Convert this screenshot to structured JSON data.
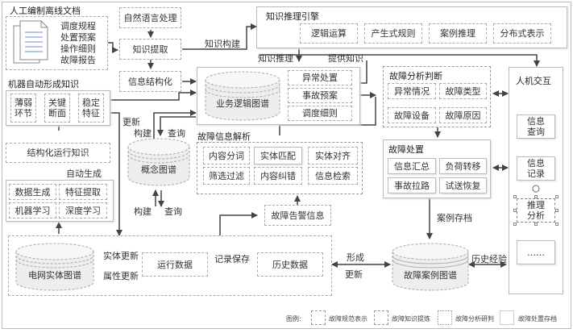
{
  "manual_docs": {
    "title": "人工编制离线文档",
    "items": [
      "调度规程",
      "处置预案",
      "操作细则",
      "故障报告"
    ]
  },
  "nlp": {
    "nlp_label": "自然语言处理",
    "extract_label": "知识提取",
    "structure_label": "信息结构化"
  },
  "machine_knowledge": {
    "title": "机器自动形成知识",
    "items": [
      "薄弱\n环节",
      "关键\n断面",
      "稳定\n特征"
    ]
  },
  "structured_knowledge": "结构化运行知识",
  "auto_generate": "自动生成",
  "ml": {
    "items": [
      "数据生成",
      "特征提取",
      "机器学习",
      "深度学习"
    ]
  },
  "engine": {
    "title": "知识推理引擎",
    "items": [
      "逻辑运算",
      "产生式规则",
      "案例推理",
      "分布式表示"
    ]
  },
  "business_graph": {
    "label": "业务逻辑图谱",
    "items": [
      "异常处置",
      "事故预案",
      "调度细则"
    ]
  },
  "concept_graph": "概念图谱",
  "fault_parse": {
    "title": "故障信息解析",
    "items": [
      "内容分词",
      "实体匹配",
      "实体对齐",
      "筛选过滤",
      "内容纠错",
      "信息检索"
    ]
  },
  "alarm": "故障告警信息",
  "fault_analysis": {
    "title": "故障分析判断",
    "items": [
      "异常情况",
      "故障类型",
      "故障设备",
      "故障原因"
    ]
  },
  "fault_handling": {
    "title": "故障处置",
    "items": [
      "信息汇总",
      "负荷转移",
      "事故拉路",
      "试送恢复"
    ]
  },
  "hmi": {
    "title": "人机交互",
    "items": [
      "信息\n查询",
      "信息\n记录",
      "推理\n分析",
      "……"
    ]
  },
  "grid": {
    "entity_graph": "电网实体图谱",
    "run_data": "运行数据",
    "history_data": "历史数据"
  },
  "case_graph": "故障案例图谱",
  "edge_labels": {
    "build_knowledge": "知识构建",
    "reasoning": "知识推理",
    "provide": "提供知识",
    "update": "更新",
    "build1": "构建",
    "query1": "查询",
    "build2": "构建",
    "query2": "查询",
    "entity_update": "实体更新",
    "attr_update": "属性更新",
    "record_save": "记录保存",
    "form": "形成",
    "update2": "更新",
    "case_archive": "案例存档",
    "history_exp": "历史经验"
  },
  "legend": {
    "title": "图例:",
    "items": [
      "故障规范表示",
      "故障知识提炼",
      "故障分析研判",
      "故障处置存档"
    ]
  }
}
